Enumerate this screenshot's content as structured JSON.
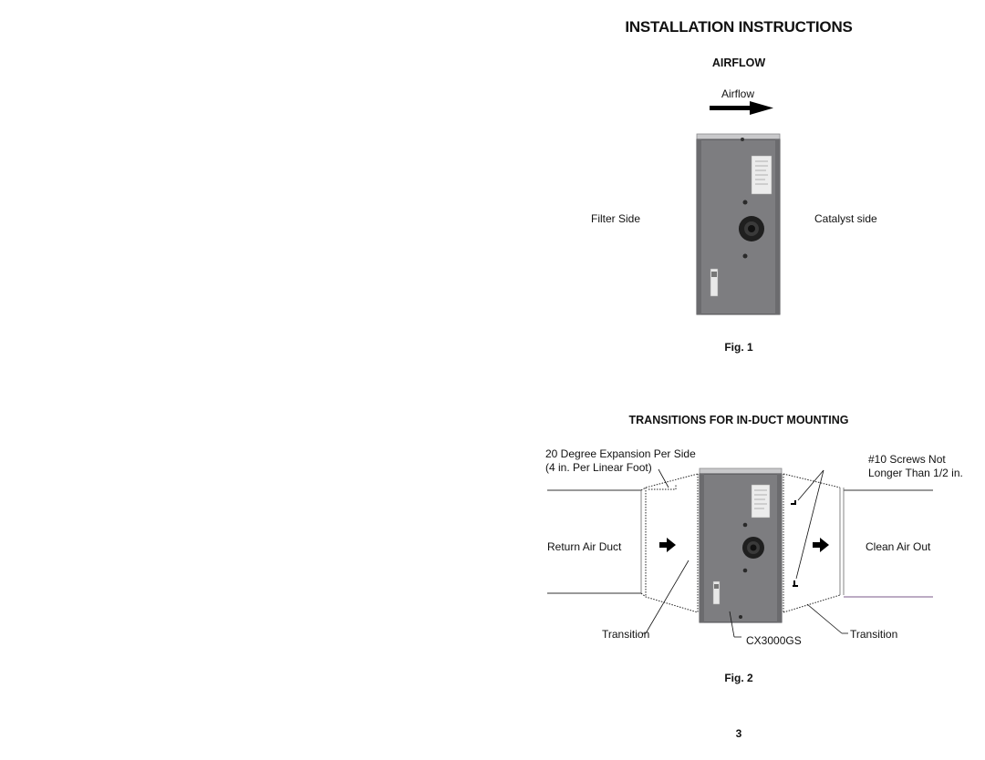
{
  "page": {
    "title": "INSTALLATION INSTRUCTIONS",
    "page_number": "3"
  },
  "airflow_section": {
    "heading": "AIRFLOW",
    "arrow_label": "Airflow",
    "left_label": "Filter Side",
    "right_label": "Catalyst side",
    "caption": "Fig. 1"
  },
  "transitions_section": {
    "heading": "TRANSITIONS FOR IN-DUCT MOUNTING",
    "expansion_line1": "20 Degree Expansion Per Side",
    "expansion_line2": "(4 in. Per Linear Foot)",
    "screws_line1": "#10 Screws Not",
    "screws_line2": "Longer Than 1/2 in.",
    "return_duct_label": "Return Air Duct",
    "clean_air_label": "Clean Air Out",
    "transition_left_label": "Transition",
    "transition_right_label": "Transition",
    "model_label": "CX3000GS",
    "caption": "Fig. 2"
  },
  "colors": {
    "unit_body": "#7d7d80",
    "unit_edge": "#55565a",
    "unit_top": "#c9c9cb",
    "duct_line": "#333333",
    "accent_duct": "#7a5a8a"
  }
}
